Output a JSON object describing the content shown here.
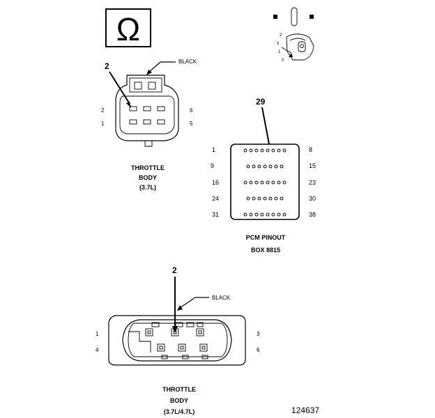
{
  "ohm_symbol": "Ω",
  "key_numbers": [
    "2",
    "3",
    "1",
    "0"
  ],
  "connector_37": {
    "callout": "2",
    "wire_color": "BLACK",
    "pin_left_top": "2",
    "pin_left_bottom": "1",
    "pin_right_top": "6",
    "pin_right_bottom": "5",
    "caption_line1": "THROTTLE",
    "caption_line2": "BODY",
    "caption_line3": "(3.7L)"
  },
  "pcm": {
    "callout": "29",
    "row_left": [
      "1",
      "9",
      "16",
      "24",
      "31"
    ],
    "row_right": [
      "8",
      "15",
      "23",
      "30",
      "38"
    ],
    "caption_line1": "PCM PINOUT",
    "caption_line2": "BOX 8815"
  },
  "connector_47": {
    "callout": "2",
    "wire_color": "BLACK",
    "pin_left_top": "1",
    "pin_left_bottom": "4",
    "pin_right_top": "3",
    "pin_right_bottom": "6",
    "caption_line1": "THROTTLE",
    "caption_line2": "BODY",
    "caption_line3": "(3.7L/4.7L)"
  },
  "figure_number": "124637"
}
